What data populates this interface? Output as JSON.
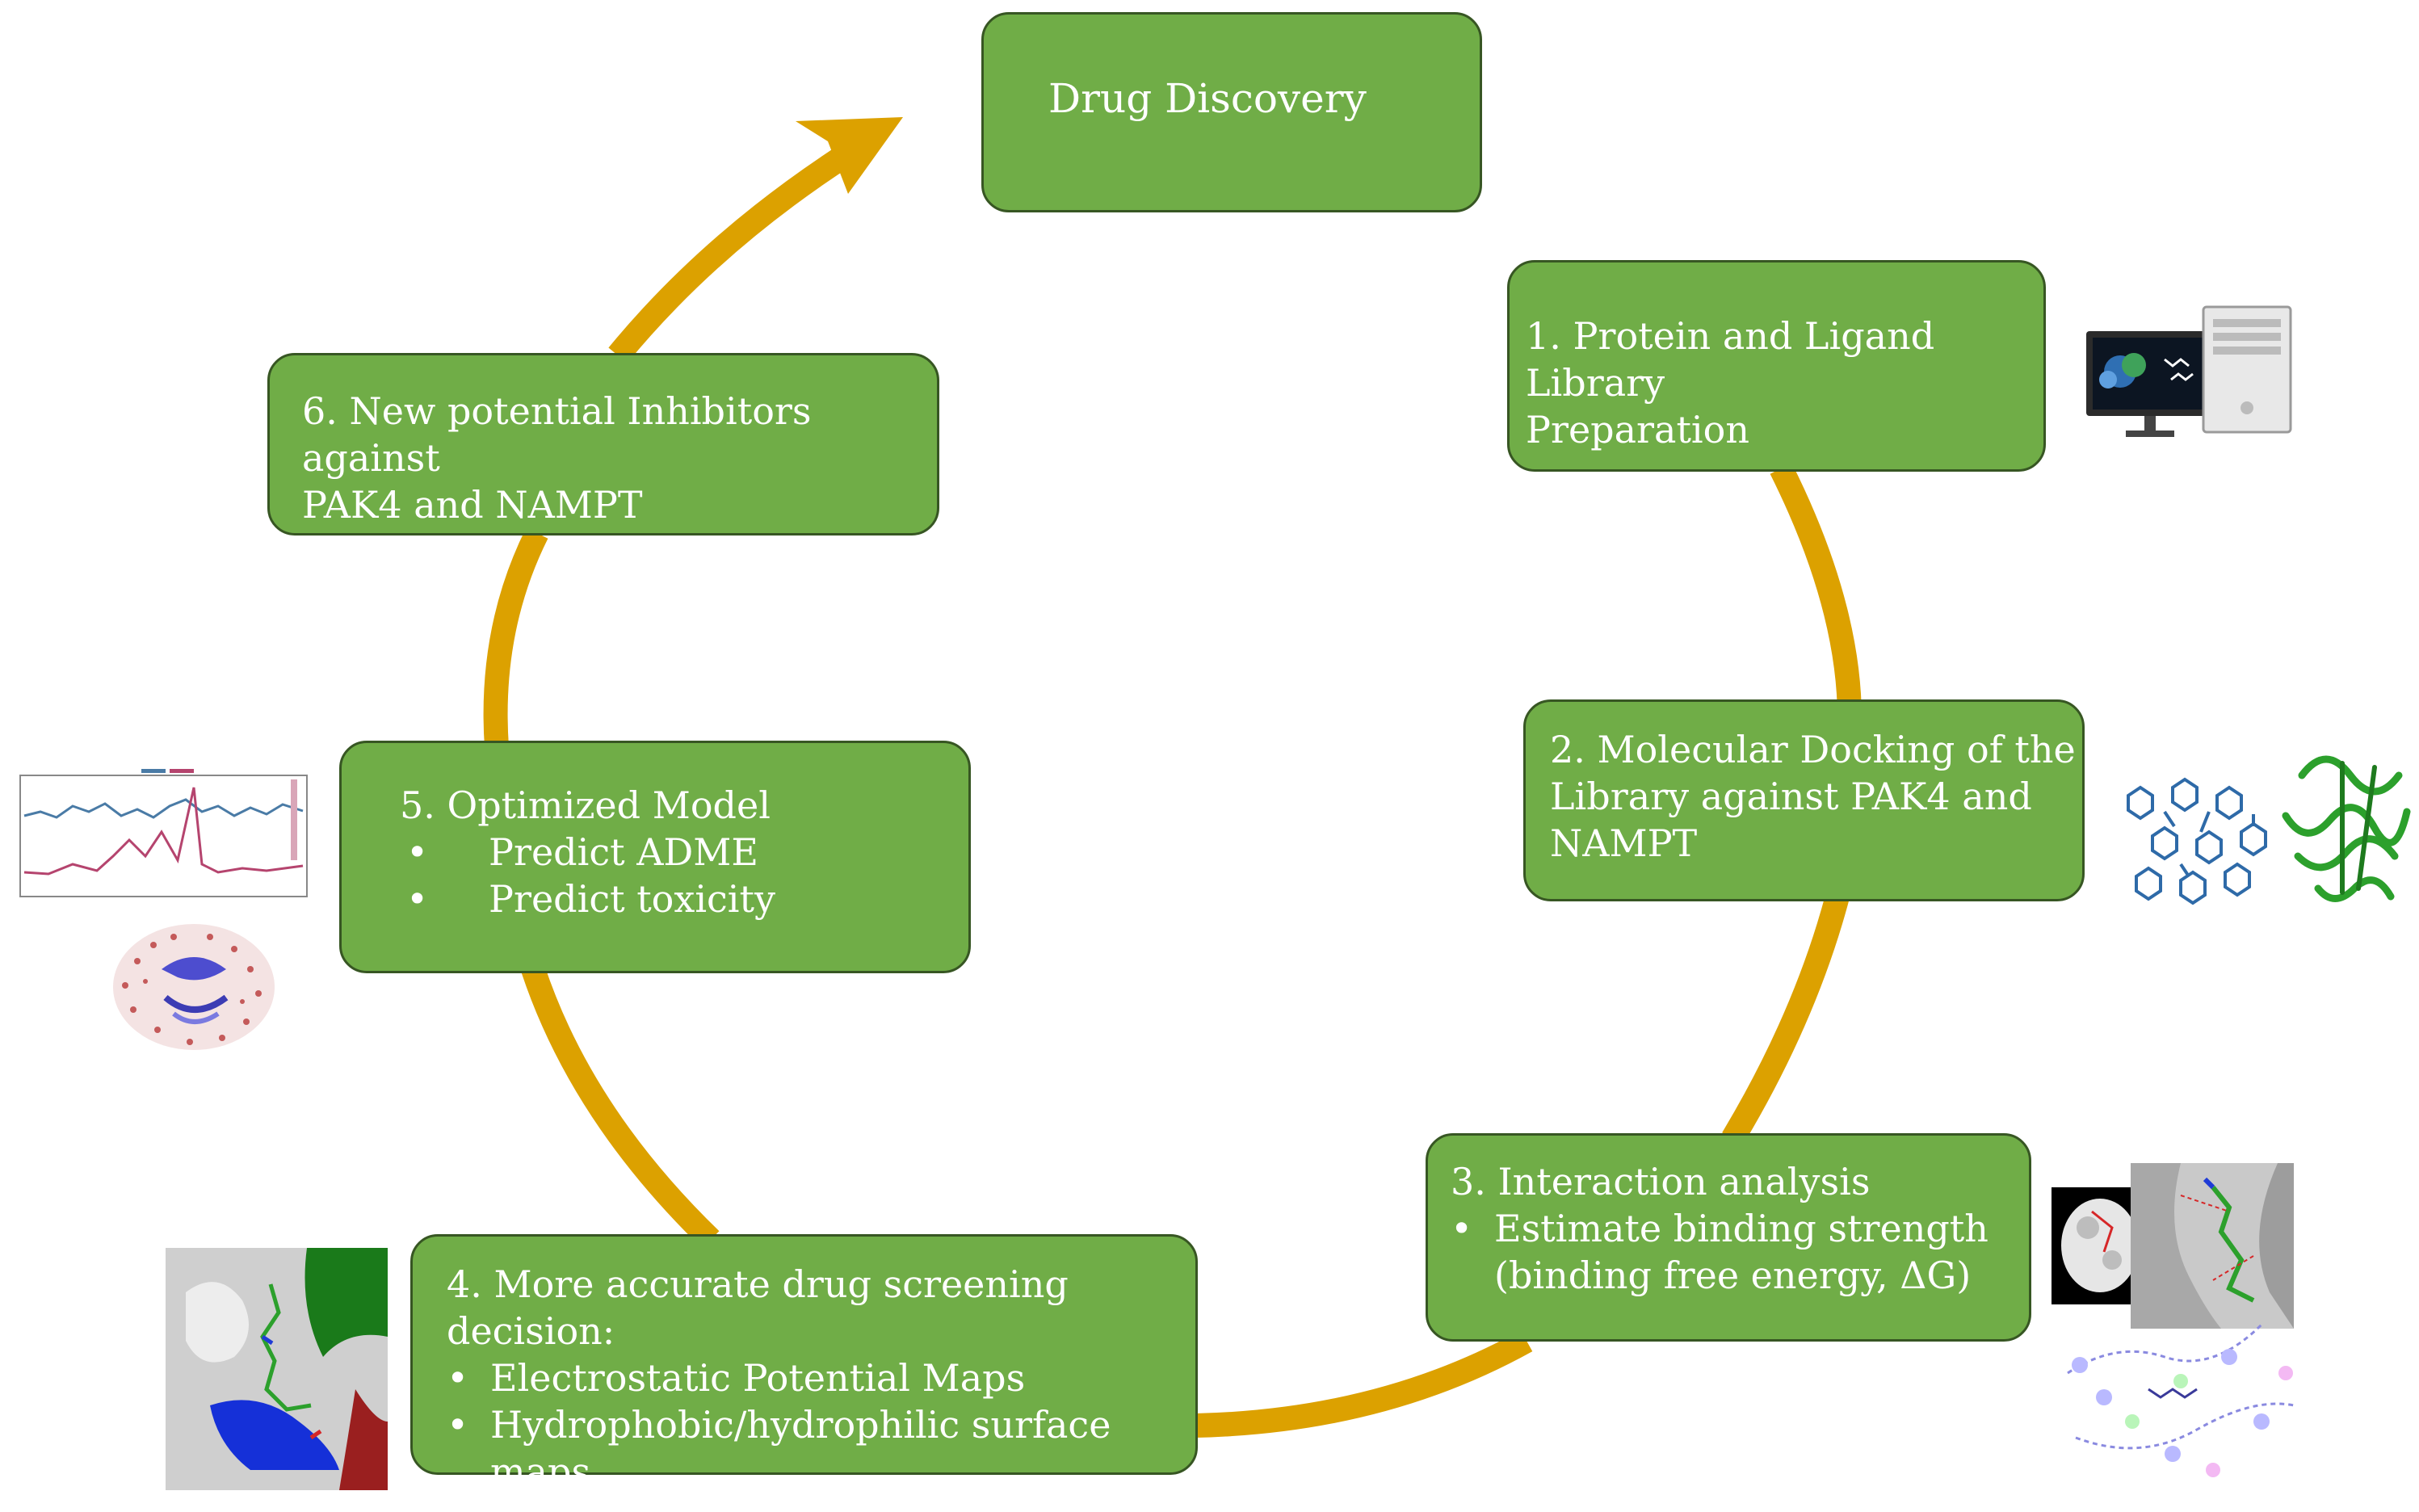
{
  "diagram": {
    "hub": {
      "label": "Drug Discovery"
    },
    "steps": [
      {
        "id": "step1",
        "title": "1. Protein and Ligand Library\nPreparation",
        "bullets": []
      },
      {
        "id": "step2",
        "title": "2. Molecular Docking of the\nLibrary against PAK4 and\nNAMPT",
        "bullets": []
      },
      {
        "id": "step3",
        "title": "3. Interaction analysis",
        "bullets": [
          "Estimate binding strength",
          "(binding free energy, ΔG)"
        ]
      },
      {
        "id": "step4",
        "title": "4. More accurate drug screening decision:",
        "bullets": [
          "Electrostatic Potential Maps",
          "Hydrophobic/hydrophilic surface maps"
        ]
      },
      {
        "id": "step5",
        "title": "5.  Optimized Model",
        "bullets": [
          "Predict ADME",
          "Predict toxicity"
        ]
      },
      {
        "id": "step6",
        "title": "6. New potential Inhibitors against\nPAK4 and NAMPT",
        "bullets": []
      }
    ],
    "colors": {
      "box_fill": "#70ad47",
      "box_border": "#375623",
      "cycle_arrow": "#dca100",
      "text": "#ffffff"
    },
    "icons": [
      "computer-workstation-icon",
      "ligand-molecules-icon",
      "protein-ribbon-icon",
      "protein-surface-icon",
      "binding-pocket-icon",
      "interaction-2d-map-icon",
      "electrostatic-map-icon",
      "rmsd-plot-icon",
      "solvated-protein-icon"
    ]
  }
}
